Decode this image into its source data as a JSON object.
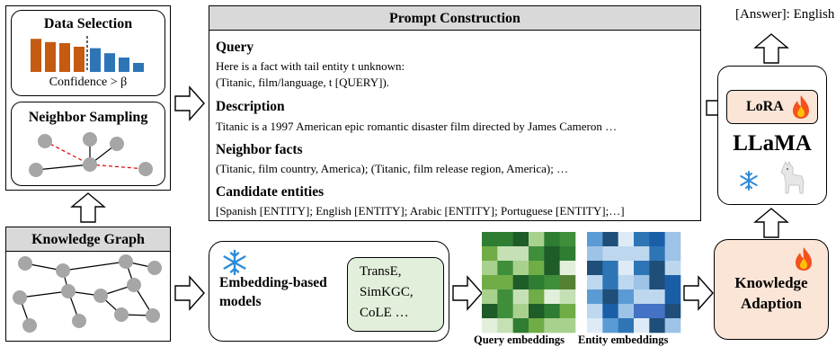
{
  "data_selection": {
    "title": "Data Selection",
    "caption": "Confidence > β",
    "bars_orange": [
      0.92,
      0.83,
      0.8,
      0.7
    ],
    "bars_blue": [
      0.66,
      0.52,
      0.4,
      0.25
    ],
    "colors": {
      "orange": "#c55a11",
      "blue": "#2e75b6"
    }
  },
  "neighbor_sampling": {
    "title": "Neighbor Sampling"
  },
  "knowledge_graph": {
    "title": "Knowledge Graph"
  },
  "prompt": {
    "title": "Prompt Construction",
    "query_heading": "Query",
    "query_line1": "Here is a fact with tail entity t unknown:",
    "query_line2": "(Titanic, film/language, t [QUERY]).",
    "description_heading": "Description",
    "description_text": "Titanic is a 1997 American epic romantic disaster film directed by James Cameron …",
    "neighbor_heading": "Neighbor facts",
    "neighbor_text": "(Titanic, film country, America); (Titanic, film release region, America); …",
    "candidate_heading": "Candidate entities",
    "candidate_text": "[Spanish [ENTITY]; English [ENTITY]; Arabic [ENTITY]; Portuguese [ENTITY];…]"
  },
  "answer": "[Answer]: English",
  "llm": {
    "lora_label": "LoRA",
    "model_label": "LLaMA"
  },
  "embedding": {
    "label_line1": "Embedding-based",
    "label_line2": "models",
    "models": [
      "TransE,",
      "SimKGC,",
      "CoLE …"
    ],
    "query_caption": "Query embeddings",
    "entity_caption": "Entity embeddings"
  },
  "knowledge_adaption": {
    "line1": "Knowledge",
    "line2": "Adaption"
  },
  "colors": {
    "kg_header": "#d9d9d9",
    "node": "#a6a6a6",
    "models_bg": "#e2efda",
    "adaption_bg": "#fbe5d6",
    "lora_bg": "#fbe5d6",
    "red_dash": "#e00000",
    "snowflake": "#2e8bd8",
    "flame": "#f4511e"
  }
}
